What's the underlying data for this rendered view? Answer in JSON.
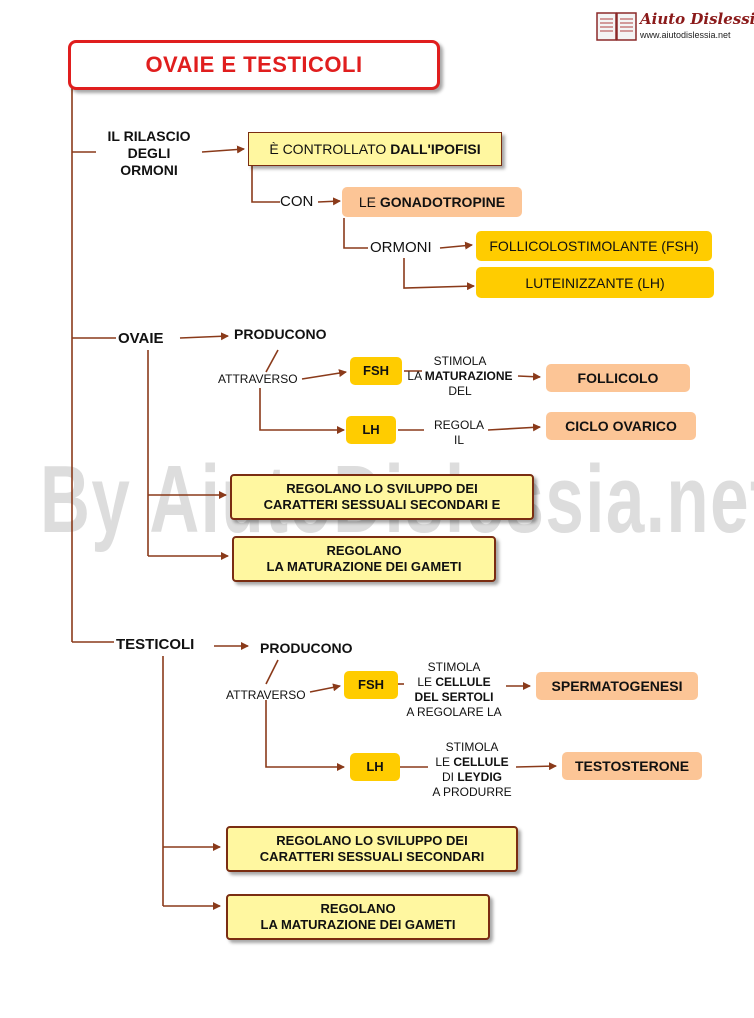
{
  "logo": {
    "name": "Aiuto Dislessia",
    "url": "www.aiutodislessia.net"
  },
  "title": "OVAIE E TESTICOLI",
  "watermark": "By AiutoDislessia.net",
  "rilascio": {
    "label_lines": [
      "IL RILASCIO",
      "DEGLI",
      "ORMONI"
    ],
    "controllato_plain": "È CONTROLLATO ",
    "controllato_bold": "DALL'IPOFISI",
    "con": "CON",
    "gonado_plain": "LE ",
    "gonado_bold": "GONADOTROPINE",
    "ormoni": "ORMONI",
    "fsh_full": "FOLLICOLOSTIMOLANTE (FSH)",
    "lh_full": "LUTEINIZZANTE (LH)"
  },
  "ovaie": {
    "label": "OVAIE",
    "producono": "PRODUCONO",
    "attraverso": "ATTRAVERSO",
    "fsh": "FSH",
    "lh": "LH",
    "fsh_action": {
      "line1": "STIMOLA",
      "line2_plain": "LA ",
      "line2_bold": "MATURAZIONE",
      "line3": "DEL"
    },
    "fsh_target": "FOLLICOLO",
    "lh_action": {
      "line1": "REGOLA",
      "line2": "IL"
    },
    "lh_target": "CICLO OVARICO",
    "regola_sviluppo": [
      "REGOLANO LO SVILUPPO DEI",
      "CARATTERI SESSUALI SECONDARI E"
    ],
    "regola_gameti": [
      "REGOLANO",
      "LA MATURAZIONE DEI GAMETI"
    ]
  },
  "testicoli": {
    "label": "TESTICOLI",
    "producono": "PRODUCONO",
    "attraverso": "ATTRAVERSO",
    "fsh": "FSH",
    "lh": "LH",
    "fsh_action": {
      "line1": "STIMOLA",
      "line2_plain": "LE ",
      "line2_bold": "CELLULE",
      "line3": "DEL SERTOLI",
      "line4": "A REGOLARE LA"
    },
    "fsh_target": "SPERMATOGENESI",
    "lh_action": {
      "line1": "STIMOLA",
      "line2_plain": "LE ",
      "line2_bold": "CELLULE",
      "line3_plain": "DI ",
      "line3_bold": "LEYDIG",
      "line4": "A PRODURRE"
    },
    "lh_target": "TESTOSTERONE",
    "regola_sviluppo": [
      "REGOLANO LO SVILUPPO DEI",
      "CARATTERI SESSUALI SECONDARI"
    ],
    "regola_gameti": [
      "REGOLANO",
      "LA MATURAZIONE DEI GAMETI"
    ]
  },
  "colors": {
    "title_red": "#e01e1e",
    "arrow": "#8a3a1a",
    "gold": "#ffcc00",
    "salmon": "#fcc596",
    "pale_yellow": "#fff7a0"
  }
}
